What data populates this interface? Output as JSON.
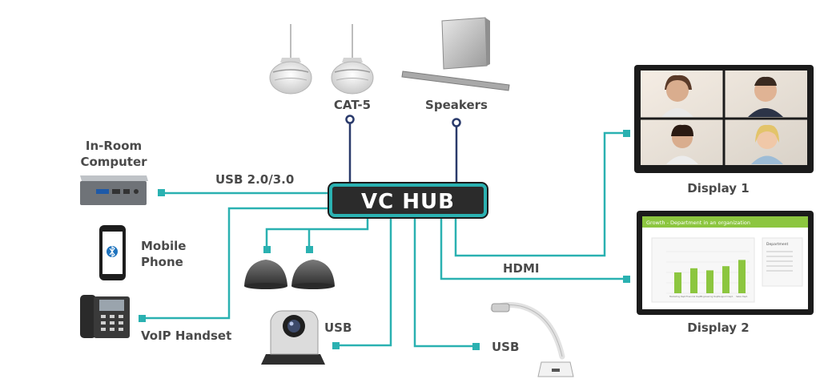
{
  "hub": {
    "label": "VC HUB"
  },
  "labels": {
    "cat5": "CAT-5",
    "speakers": "Speakers",
    "in_room_computer": "In-Room\nComputer",
    "usb_2_3": "USB 2.0/3.0",
    "mobile_phone": "Mobile\nPhone",
    "voip_handset": "VoIP Handset",
    "hdmi": "HDMI",
    "display1": "Display 1",
    "display2": "Display 2",
    "usb_camera": "USB",
    "usb_doc_camera": "USB"
  },
  "display2_screen": {
    "title": "Growth - Department in an organization",
    "panel_title": "Department",
    "bar_values": [
      50,
      60,
      55,
      65,
      80
    ],
    "bar_categories": [
      "Marketing Dept.",
      "Financial Dept.",
      "Engineering Dept.",
      "Support Dept.",
      "Sales Dept."
    ]
  },
  "colors": {
    "connector": "#2ab1b1",
    "cable": "#2a3a6b",
    "hub_bg": "#2b2b2b",
    "label": "#4a4a4a",
    "bar": "#8cc63f"
  }
}
